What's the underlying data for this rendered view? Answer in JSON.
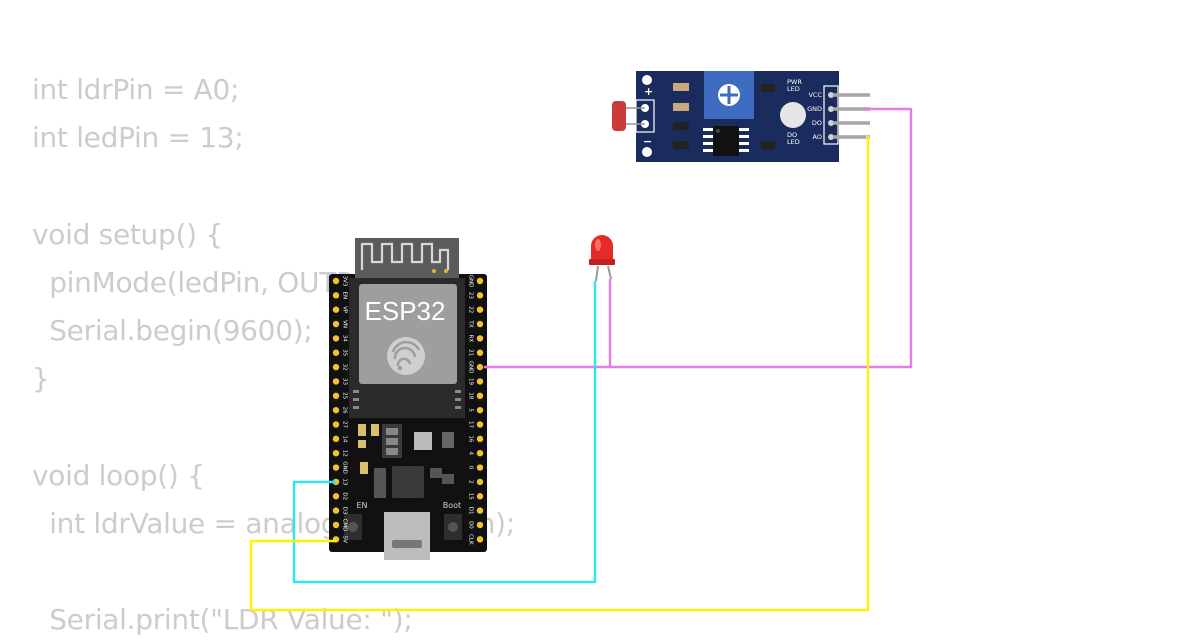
{
  "code": {
    "lines": [
      "int ldrPin = A0;",
      "int ledPin = 13;",
      "",
      "void setup() {",
      "  pinMode(ledPin, OUTPUT);",
      "  Serial.begin(9600);",
      "}",
      "",
      "void loop() {",
      "  int ldrValue = analogRead(ldrPin);",
      "",
      "  Serial.print(\"LDR Value: \");"
    ]
  },
  "esp32": {
    "label": "ESP32",
    "left_pins": [
      "3V3",
      "EN",
      "VP",
      "VN",
      "34",
      "35",
      "32",
      "33",
      "25",
      "26",
      "27",
      "14",
      "12",
      "GND",
      "13",
      "D2",
      "D3",
      "CMD",
      "5V"
    ],
    "right_pins": [
      "GND",
      "23",
      "22",
      "TX",
      "RX",
      "21",
      "GND",
      "19",
      "18",
      "5",
      "17",
      "16",
      "4",
      "0",
      "2",
      "15",
      "D1",
      "D0",
      "CLK"
    ],
    "en_button": "EN",
    "boot_button": "Boot"
  },
  "ldr_module": {
    "plus": "+",
    "minus": "−",
    "pwr_led": "PWR\nLED",
    "do_led": "DO\nLED",
    "pins": [
      "VCC",
      "GND",
      "DO",
      "AO"
    ]
  },
  "wires": {
    "gnd": "#e67ae6",
    "signal_led": "#2fe6f0",
    "analog": "#fef200"
  }
}
